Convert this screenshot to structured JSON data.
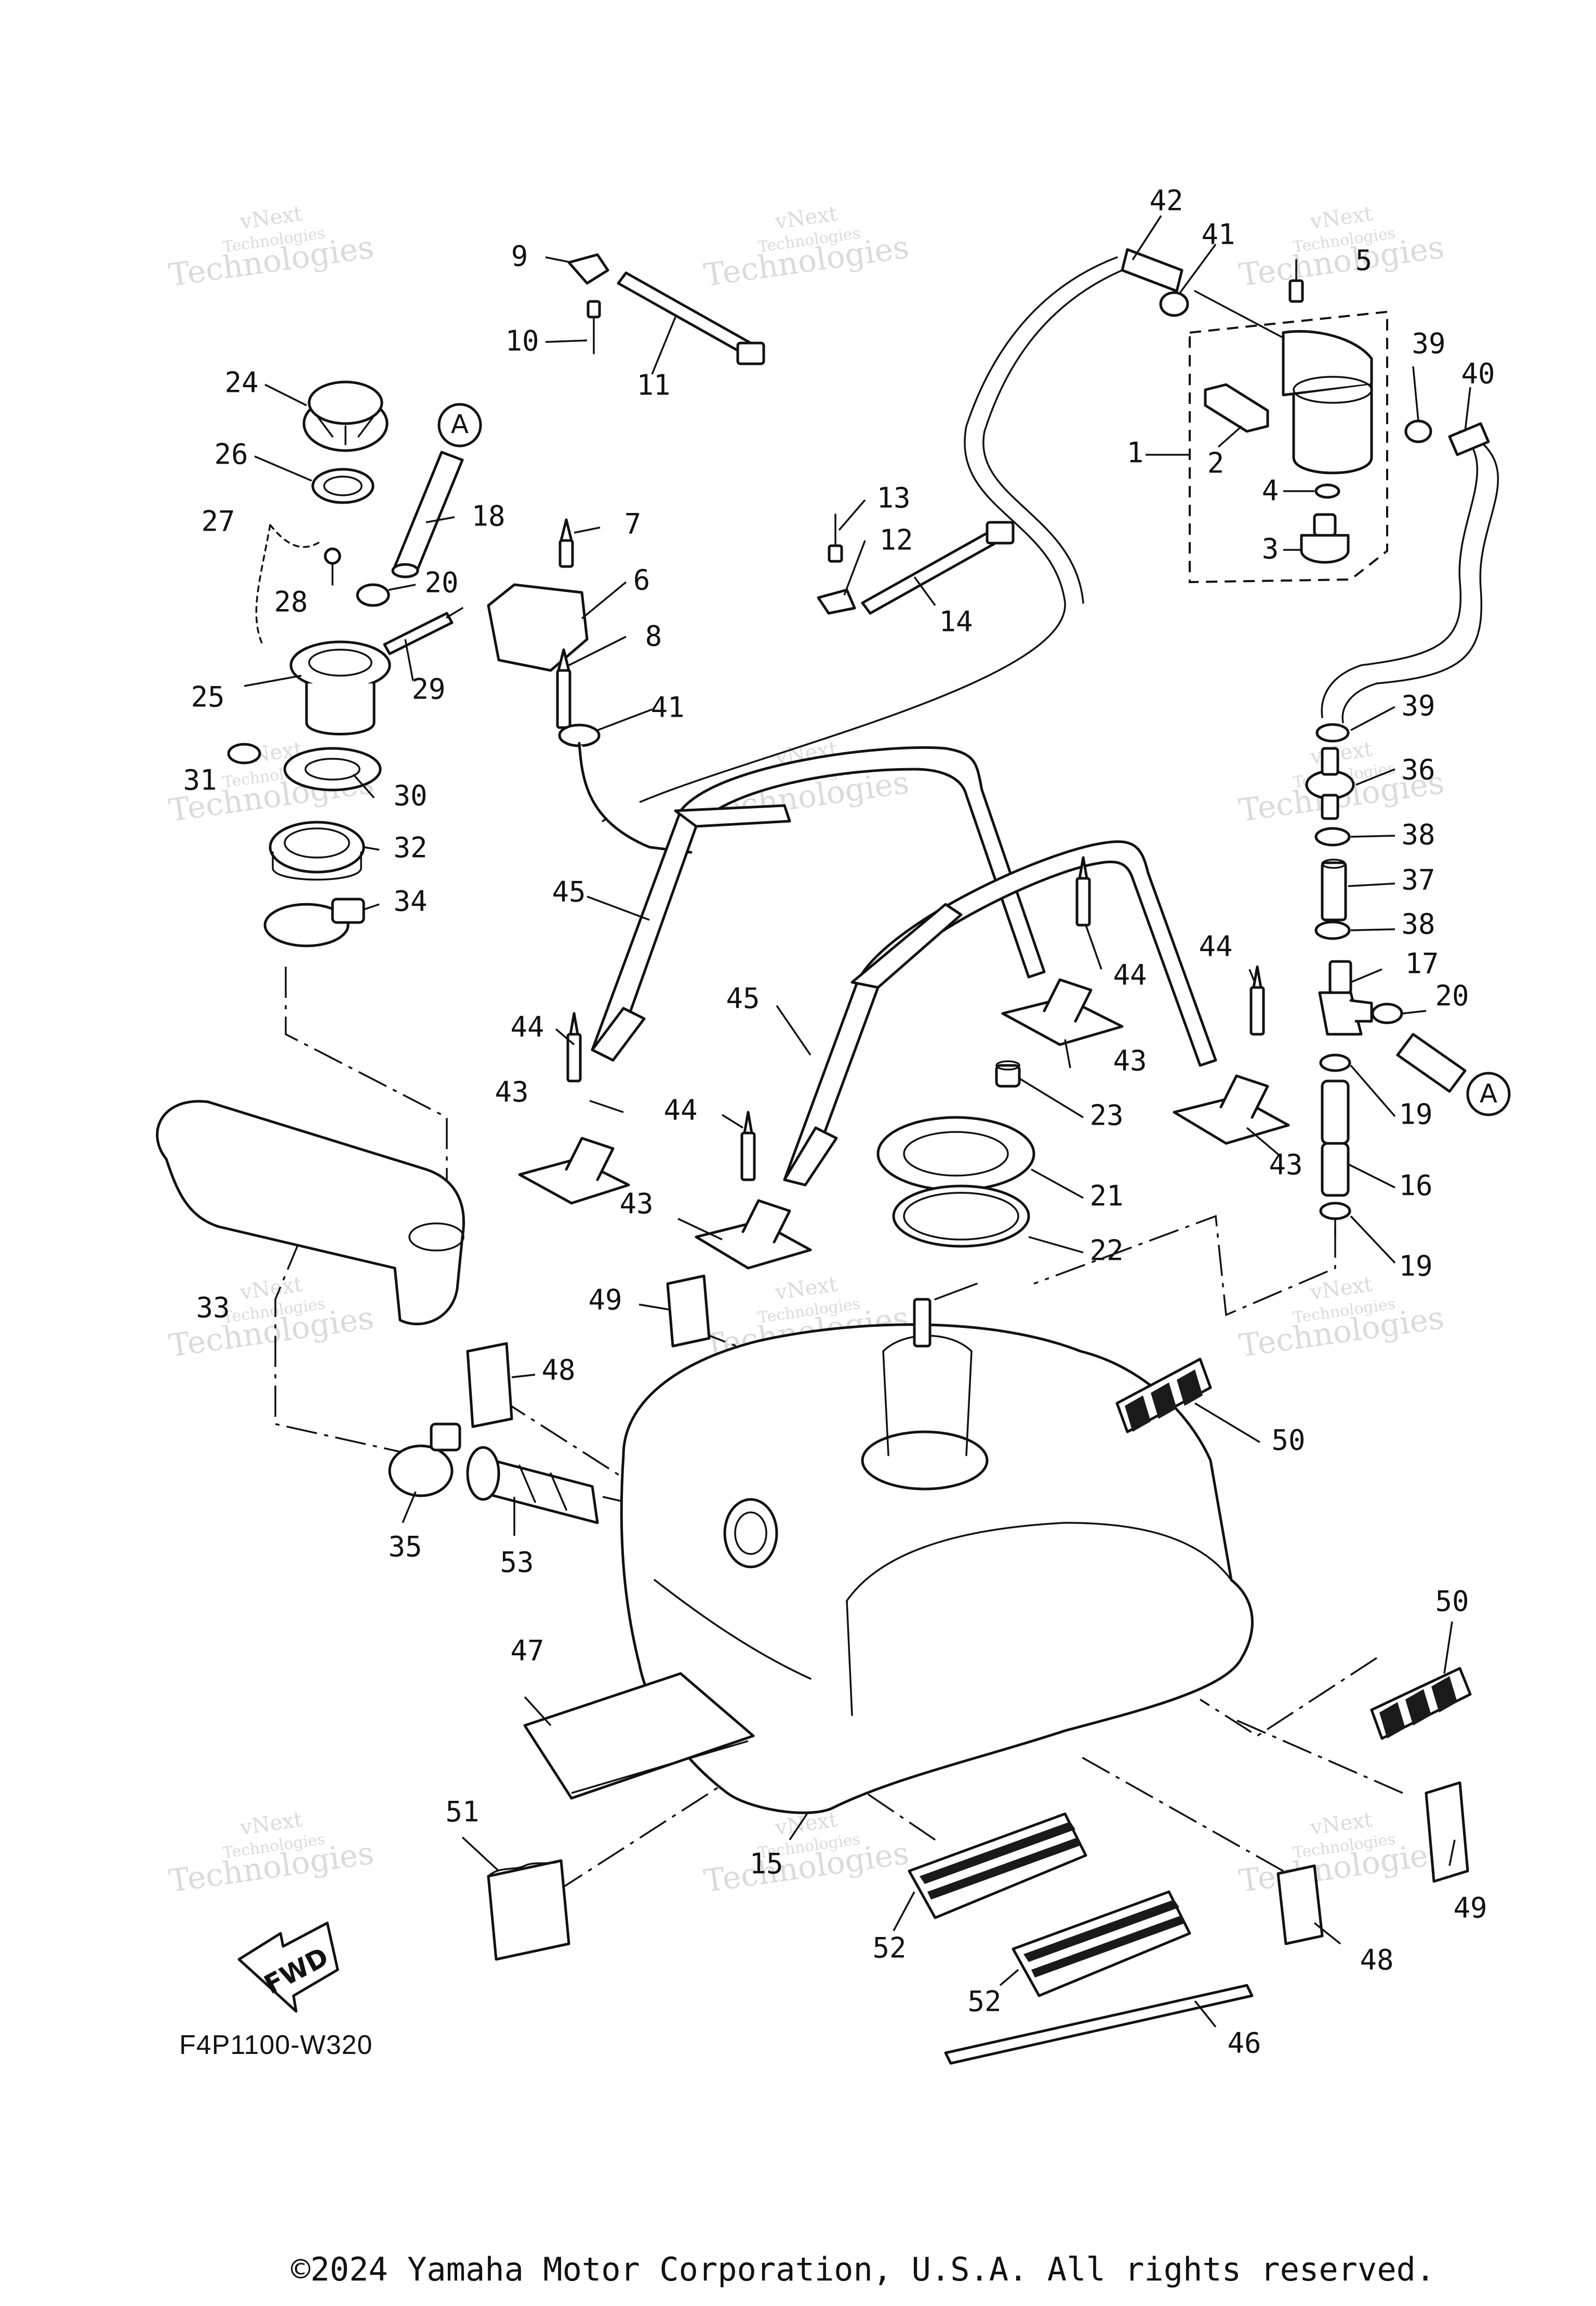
{
  "diagram_code": "F4P1100-W320",
  "copyright": "©2024 Yamaha Motor Corporation, U.S.A. All rights reserved.",
  "fwd_label": "FWD",
  "connection_tag": "A",
  "watermark": {
    "line1": "vNext",
    "line2": "Technologies",
    "line3": "Technologies"
  },
  "callouts": [
    {
      "id": "c42",
      "label": "42"
    },
    {
      "id": "c41a",
      "label": "41"
    },
    {
      "id": "c5",
      "label": "5"
    },
    {
      "id": "c9",
      "label": "9"
    },
    {
      "id": "c10",
      "label": "10"
    },
    {
      "id": "c11",
      "label": "11"
    },
    {
      "id": "c39a",
      "label": "39"
    },
    {
      "id": "c40",
      "label": "40"
    },
    {
      "id": "c24",
      "label": "24"
    },
    {
      "id": "c26",
      "label": "26"
    },
    {
      "id": "c18",
      "label": "18"
    },
    {
      "id": "c1",
      "label": "1"
    },
    {
      "id": "c2",
      "label": "2"
    },
    {
      "id": "c4",
      "label": "4"
    },
    {
      "id": "c3",
      "label": "3"
    },
    {
      "id": "c27",
      "label": "27"
    },
    {
      "id": "c7",
      "label": "7"
    },
    {
      "id": "c13",
      "label": "13"
    },
    {
      "id": "c12",
      "label": "12"
    },
    {
      "id": "c28",
      "label": "28"
    },
    {
      "id": "c20a",
      "label": "20"
    },
    {
      "id": "c6",
      "label": "6"
    },
    {
      "id": "c14",
      "label": "14"
    },
    {
      "id": "c8",
      "label": "8"
    },
    {
      "id": "c25",
      "label": "25"
    },
    {
      "id": "c29",
      "label": "29"
    },
    {
      "id": "c41b",
      "label": "41"
    },
    {
      "id": "c39b",
      "label": "39"
    },
    {
      "id": "c31",
      "label": "31"
    },
    {
      "id": "c36",
      "label": "36"
    },
    {
      "id": "c30",
      "label": "30"
    },
    {
      "id": "c38a",
      "label": "38"
    },
    {
      "id": "c32",
      "label": "32"
    },
    {
      "id": "c37",
      "label": "37"
    },
    {
      "id": "c34",
      "label": "34"
    },
    {
      "id": "c45a",
      "label": "45"
    },
    {
      "id": "c38b",
      "label": "38"
    },
    {
      "id": "c44a",
      "label": "44"
    },
    {
      "id": "c44b",
      "label": "44"
    },
    {
      "id": "c17",
      "label": "17"
    },
    {
      "id": "c20b",
      "label": "20"
    },
    {
      "id": "c45b",
      "label": "45"
    },
    {
      "id": "c44c",
      "label": "44"
    },
    {
      "id": "c43a",
      "label": "43"
    },
    {
      "id": "c43b",
      "label": "43"
    },
    {
      "id": "c23",
      "label": "23"
    },
    {
      "id": "c19a",
      "label": "19"
    },
    {
      "id": "c44d",
      "label": "44"
    },
    {
      "id": "c21",
      "label": "21"
    },
    {
      "id": "c43c",
      "label": "43"
    },
    {
      "id": "c16",
      "label": "16"
    },
    {
      "id": "c43d",
      "label": "43"
    },
    {
      "id": "c22",
      "label": "22"
    },
    {
      "id": "c19b",
      "label": "19"
    },
    {
      "id": "c33",
      "label": "33"
    },
    {
      "id": "c49a",
      "label": "49"
    },
    {
      "id": "c48a",
      "label": "48"
    },
    {
      "id": "c50a",
      "label": "50"
    },
    {
      "id": "c35",
      "label": "35"
    },
    {
      "id": "c53",
      "label": "53"
    },
    {
      "id": "c50b",
      "label": "50"
    },
    {
      "id": "c47",
      "label": "47"
    },
    {
      "id": "c51",
      "label": "51"
    },
    {
      "id": "c15",
      "label": "15"
    },
    {
      "id": "c49b",
      "label": "49"
    },
    {
      "id": "c52a",
      "label": "52"
    },
    {
      "id": "c48b",
      "label": "48"
    },
    {
      "id": "c52b",
      "label": "52"
    },
    {
      "id": "c46",
      "label": "46"
    }
  ]
}
